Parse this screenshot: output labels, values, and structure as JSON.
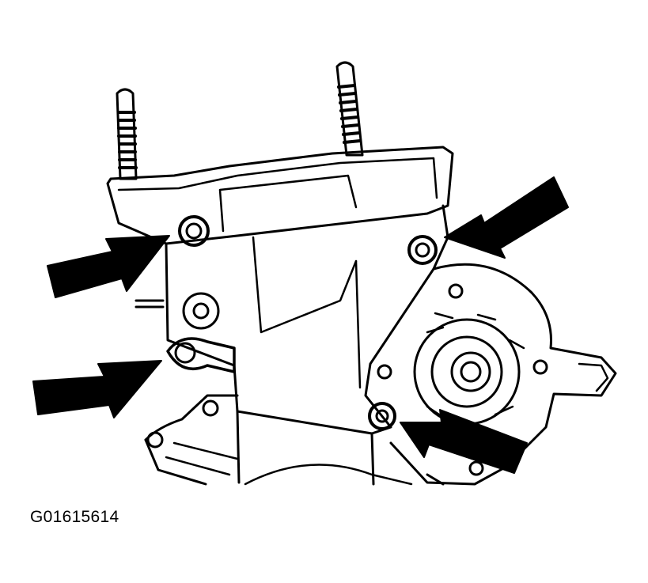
{
  "figure": {
    "caption": "G01615614"
  },
  "colors": {
    "ink": "#000000",
    "paper": "#ffffff"
  },
  "arrows": [
    {
      "name": "arrow-upper-left-bolt"
    },
    {
      "name": "arrow-upper-right-bolt"
    },
    {
      "name": "arrow-lower-left-bolt"
    },
    {
      "name": "arrow-bottom-bolt"
    }
  ]
}
